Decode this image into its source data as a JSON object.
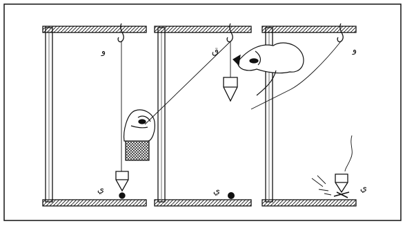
{
  "figure": {
    "panels": [
      {
        "id": "left",
        "top_label": "و",
        "bottom_label": "ي"
      },
      {
        "id": "middle",
        "top_label": "ق",
        "bottom_label": "ي"
      },
      {
        "id": "right",
        "top_label": "و",
        "bottom_label": "ي"
      }
    ]
  },
  "colors": {
    "ink": "#111111",
    "background": "#ffffff"
  }
}
